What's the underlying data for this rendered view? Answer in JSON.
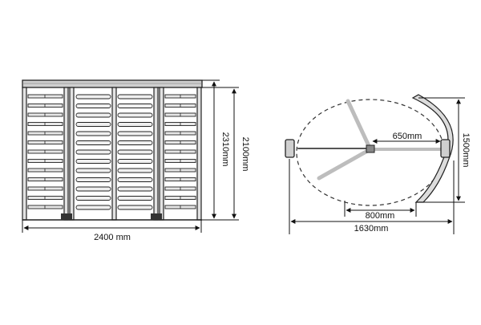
{
  "front_view": {
    "width_label": "2400 mm",
    "height_outer_label": "2310mm",
    "height_inner_label": "2100mm"
  },
  "top_view": {
    "arm_span_label": "650mm",
    "passage_label": "800mm",
    "total_width_label": "1630mm",
    "depth_label": "1500mm"
  },
  "colors": {
    "line": "#222222",
    "frame_fill": "#d8d8d8",
    "arm": "#b9b9b9"
  }
}
